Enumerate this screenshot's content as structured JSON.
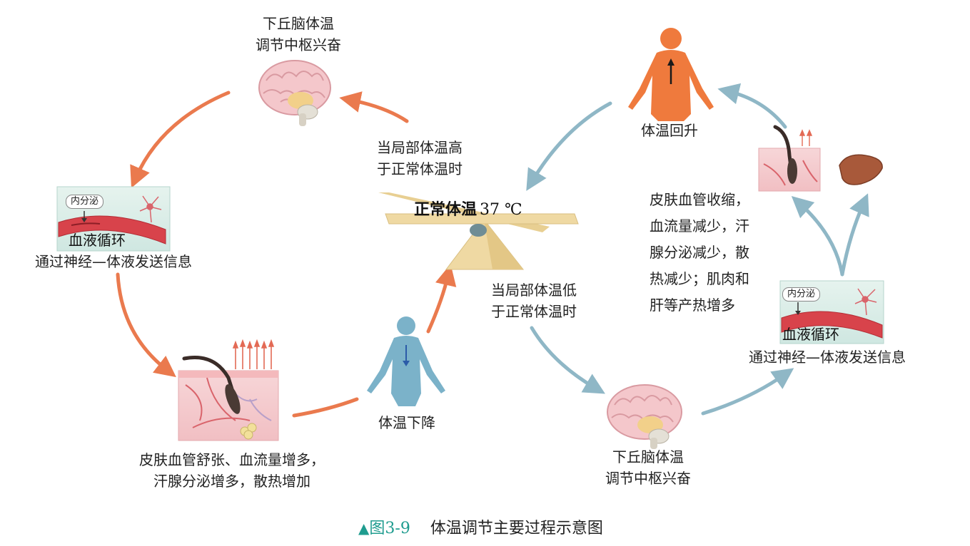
{
  "center": {
    "label": "正常体温",
    "value": "37 ℃"
  },
  "top_brain": {
    "line1": "下丘脑体温",
    "line2": "调节中枢兴奋"
  },
  "bottom_brain": {
    "line1": "下丘脑体温",
    "line2": "调节中枢兴奋"
  },
  "hot_condition": {
    "line1": "当局部体温高",
    "line2": "于正常体温时"
  },
  "cold_condition": {
    "line1": "当局部体温低",
    "line2": "于正常体温时"
  },
  "left_blood": {
    "tag": "内分泌",
    "label": "血液循环",
    "caption": "通过神经—体液发送信息"
  },
  "right_blood": {
    "tag": "内分泌",
    "label": "血液循环",
    "caption": "通过神经—体液发送信息"
  },
  "skin_heat": {
    "line1": "皮肤血管舒张、血流量增多，",
    "line2": "汗腺分泌增多，散热增加"
  },
  "temp_down": "体温下降",
  "temp_up": "体温回升",
  "cold_response": {
    "line1": "皮肤血管收缩，",
    "line2": "血流量减少，汗",
    "line3": "腺分泌减少，散",
    "line4": "热减少；肌肉和",
    "line5": "肝等产热增多"
  },
  "caption": {
    "marker": "▲",
    "number": "图3-9",
    "title": "体温调节主要过程示意图"
  },
  "colors": {
    "hot_arrow": "#ea7a4e",
    "cold_arrow": "#8fb7c6",
    "orange_figure": "#ef7a3d",
    "blue_figure": "#7bb2c9",
    "caption_accent": "#1f9c8f"
  }
}
